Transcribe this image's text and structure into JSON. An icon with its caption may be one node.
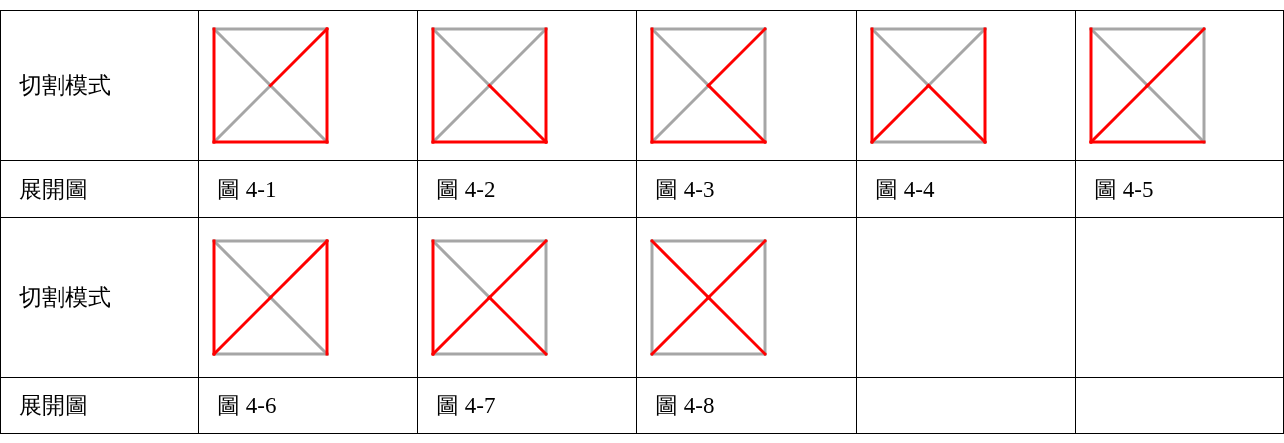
{
  "diagram": {
    "labels": [
      "切割模式",
      "展開圖",
      "圖 4-1",
      "圖 4-2",
      "圖 4-3",
      "圖 4-4",
      "圖 4-5",
      "切割模式",
      "展開圖",
      "圖 4-6",
      "圖 4-7",
      "圖 4-8"
    ]
  }
}
